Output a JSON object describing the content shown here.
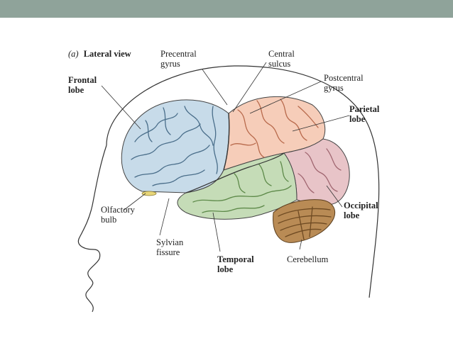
{
  "header": {
    "bar_color": "#8fa39a"
  },
  "figure": {
    "panel_letter": "(a)",
    "panel_title": "Lateral view",
    "colors": {
      "frontal": "#c7dbe9",
      "parietal": "#f6cdb9",
      "temporal": "#c5dcb7",
      "occipital": "#e8c4c8",
      "cerebellum": "#b98b55",
      "olfactory": "#e9d77a",
      "outline": "#333333"
    },
    "labels": {
      "frontal_1": "Frontal",
      "frontal_2": "lobe",
      "precentral_1": "Precentral",
      "precentral_2": "gyrus",
      "central_1": "Central",
      "central_2": "sulcus",
      "postcentral_1": "Postcentral",
      "postcentral_2": "gyrus",
      "parietal_1": "Parietal",
      "parietal_2": "lobe",
      "occipital_1": "Occipital",
      "occipital_2": "lobe",
      "olfactory_1": "Olfactory",
      "olfactory_2": "bulb",
      "sylvian_1": "Sylvian",
      "sylvian_2": "fissure",
      "temporal_1": "Temporal",
      "temporal_2": "lobe",
      "cerebellum": "Cerebellum"
    }
  }
}
